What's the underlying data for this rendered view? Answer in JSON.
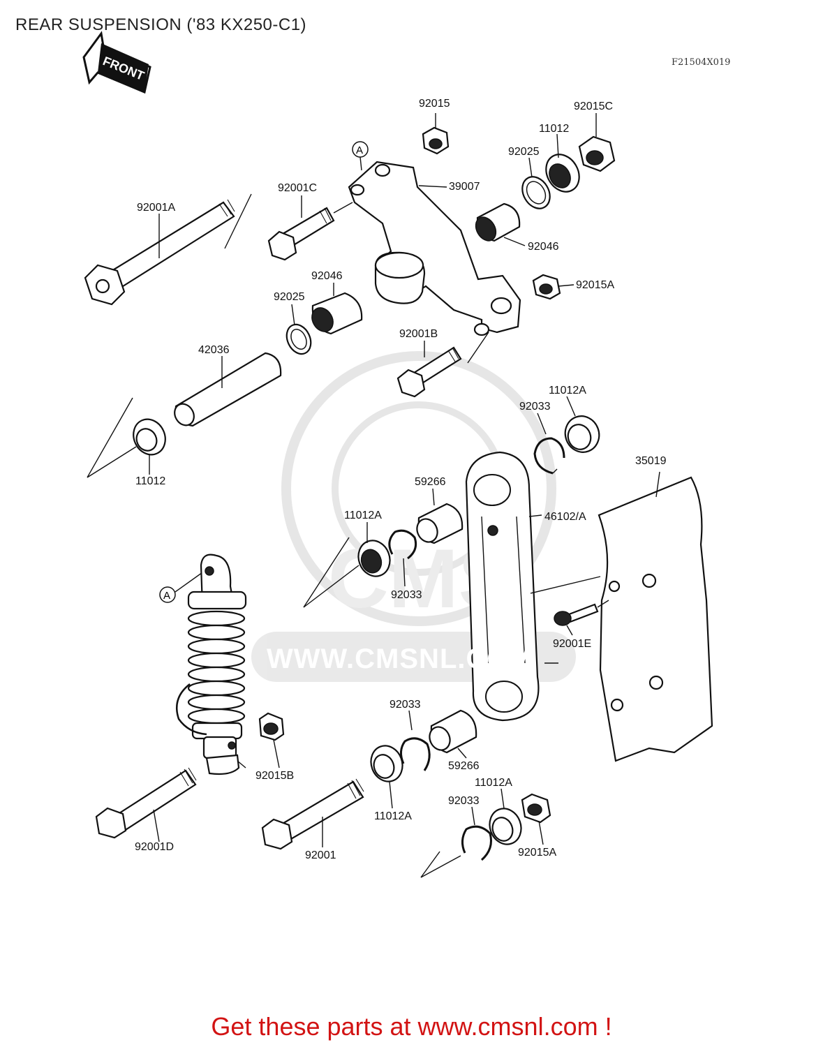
{
  "page": {
    "title": "REAR SUSPENSION ('83 KX250-C1)",
    "figure_code": "F21504X019",
    "front_label": "FRONT",
    "ref_letter": "A",
    "watermark_text": "WWW.CMSNL.COM",
    "watermark_logo": "CMS",
    "footer": "Get these parts at www.cmsnl.com !"
  },
  "parts": [
    {
      "id": "p1",
      "label": "92015"
    },
    {
      "id": "p2",
      "label": "92015C"
    },
    {
      "id": "p3",
      "label": "11012"
    },
    {
      "id": "p4",
      "label": "92025"
    },
    {
      "id": "p5",
      "label": "92001C"
    },
    {
      "id": "p6",
      "label": "39007"
    },
    {
      "id": "p7",
      "label": "92001A"
    },
    {
      "id": "p8",
      "label": "92046"
    },
    {
      "id": "p9",
      "label": "92046"
    },
    {
      "id": "p10",
      "label": "92015A"
    },
    {
      "id": "p11",
      "label": "92025"
    },
    {
      "id": "p12",
      "label": "42036"
    },
    {
      "id": "p13",
      "label": "92001B"
    },
    {
      "id": "p14",
      "label": "11012A"
    },
    {
      "id": "p15",
      "label": "92033"
    },
    {
      "id": "p16",
      "label": "11012"
    },
    {
      "id": "p17",
      "label": "35019"
    },
    {
      "id": "p18",
      "label": "59266"
    },
    {
      "id": "p19",
      "label": "11012A"
    },
    {
      "id": "p20",
      "label": "46102/A"
    },
    {
      "id": "p21",
      "label": "92033"
    },
    {
      "id": "p22",
      "label": "92001E"
    },
    {
      "id": "p23",
      "label": "92033"
    },
    {
      "id": "p24",
      "label": "92015B"
    },
    {
      "id": "p25",
      "label": "59266"
    },
    {
      "id": "p26",
      "label": "11012A"
    },
    {
      "id": "p27",
      "label": "11012A"
    },
    {
      "id": "p28",
      "label": "92033"
    },
    {
      "id": "p29",
      "label": "92001D"
    },
    {
      "id": "p30",
      "label": "92001"
    },
    {
      "id": "p31",
      "label": "92015A"
    }
  ]
}
